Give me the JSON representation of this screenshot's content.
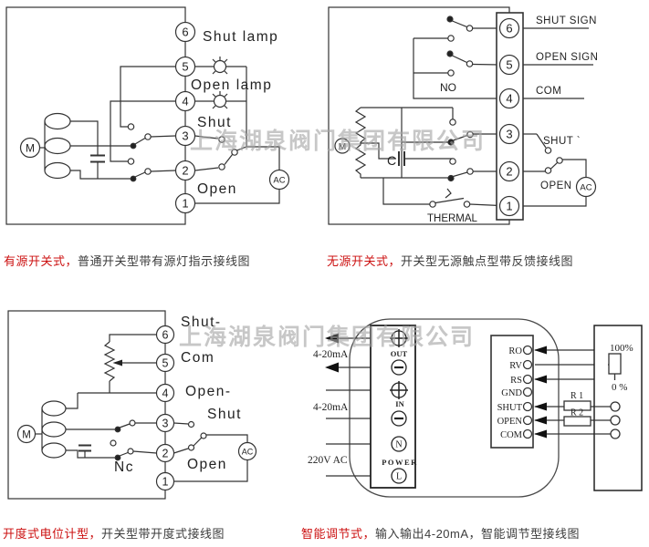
{
  "watermark": "上海湖泉阀门集团有限公司",
  "colors": {
    "caption_red": "#cc1111",
    "caption_dark": "#3d3d3d",
    "line": "#333333",
    "watermark_gray": "#a6a6a6"
  },
  "active_switch": {
    "caption_highlight": "有源开关式，",
    "caption_rest": "普通开关型带有源灯指示接线图",
    "terminals": [
      "6",
      "5",
      "4",
      "3",
      "2",
      "1"
    ],
    "motor": "M",
    "ac": "AC",
    "shut_lamp": "Shut lamp",
    "open_lamp": "Open lamp",
    "shut": "Shut",
    "open": "Open"
  },
  "passive_switch": {
    "caption_highlight": "无源开关式，",
    "caption_rest": "开关型无源触点型带反馈接线图",
    "terminals": [
      "6",
      "5",
      "4",
      "3",
      "2",
      "1"
    ],
    "motor": "M",
    "ac": "AC",
    "cap": "C",
    "shut_sign": "SHUT SIGN",
    "open_sign": "OPEN SIGN",
    "com": "COM",
    "shut": "SHUT `",
    "open": "OPEN",
    "no": "NO",
    "thermal": "THERMAL"
  },
  "potentiometer_type": {
    "caption_highlight": "开度式电位计型，",
    "caption_rest": "开关型带开度式接线图",
    "terminals": [
      "6",
      "5",
      "4",
      "3",
      "2",
      "1"
    ],
    "motor": "M",
    "ac": "AC",
    "shut_minus": "Shut-",
    "com": "Com",
    "open_minus": "Open-",
    "shut": "Shut",
    "open": "Open",
    "nc": "Nc"
  },
  "intelligent_type": {
    "caption_highlight": "智能调节式，",
    "caption_rest": "输入输出4-20mA，智能调节型接线图",
    "out_current": "4-20mA",
    "in_current": "4-20mA",
    "power_supply": "220V  AC",
    "out_label": "OUT",
    "in_label": "IN",
    "power_label": "POWER",
    "t_n": "N",
    "t_l": "L",
    "pins": [
      "RO",
      "RV",
      "RS",
      "GND",
      "SHUT",
      "OPEN",
      "COM"
    ],
    "r1": "R 1",
    "r2": "R 2",
    "pct100": "100%",
    "pct0": "0 %"
  }
}
